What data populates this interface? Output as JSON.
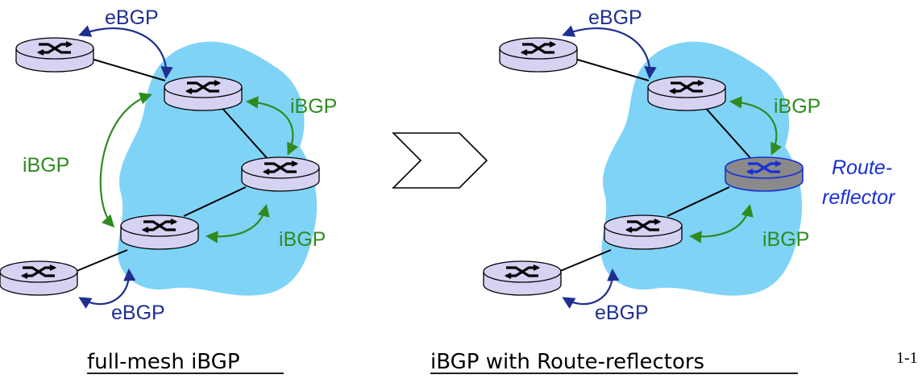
{
  "left": {
    "ebgp_top": "eBGP",
    "ibgp_right_top": "iBGP",
    "ibgp_left": "iBGP",
    "ibgp_right_bottom": "iBGP",
    "ebgp_bottom": "eBGP",
    "caption": "full-mesh iBGP"
  },
  "right": {
    "ebgp_top": "eBGP",
    "ibgp_top": "iBGP",
    "rr_line1": "Route-",
    "rr_line2": "reflector",
    "ibgp_bottom": "iBGP",
    "ebgp_bottom": "eBGP",
    "caption": "iBGP with Route-reflectors"
  },
  "page_number": "1-1",
  "colors": {
    "as_cloud": "#7fd3f7",
    "router": "#d6d2f2",
    "route_reflector": "#8a8a8a",
    "ebgp_arrow": "#1f2f8f",
    "ibgp_arrow": "#2e8b1e",
    "rr_text": "#1a2fd6"
  }
}
